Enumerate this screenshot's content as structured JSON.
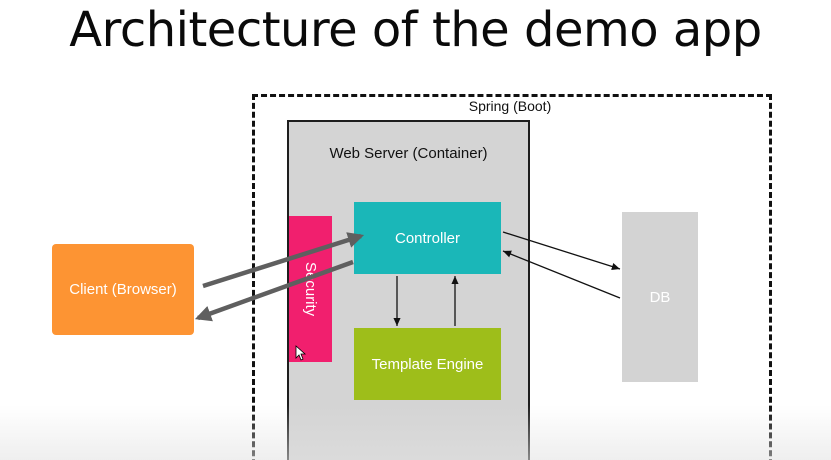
{
  "title": "Architecture of the demo app",
  "containers": {
    "spring": "Spring (Boot)",
    "server": "Web Server (Container)"
  },
  "nodes": {
    "client": "Client (Browser)",
    "security": "Security",
    "controller": "Controller",
    "template_engine": "Template Engine",
    "db": "DB"
  },
  "colors": {
    "client": "#fd9433",
    "security": "#f11f6e",
    "controller": "#1ab7b8",
    "template_engine": "#9ebe1a",
    "db": "#d3d3d3",
    "server": "#d4d4d4",
    "arrow_thick": "#5f5f5f",
    "arrow_thin": "#111111"
  },
  "icons": {
    "pointer": "cursor-arrow-icon"
  }
}
